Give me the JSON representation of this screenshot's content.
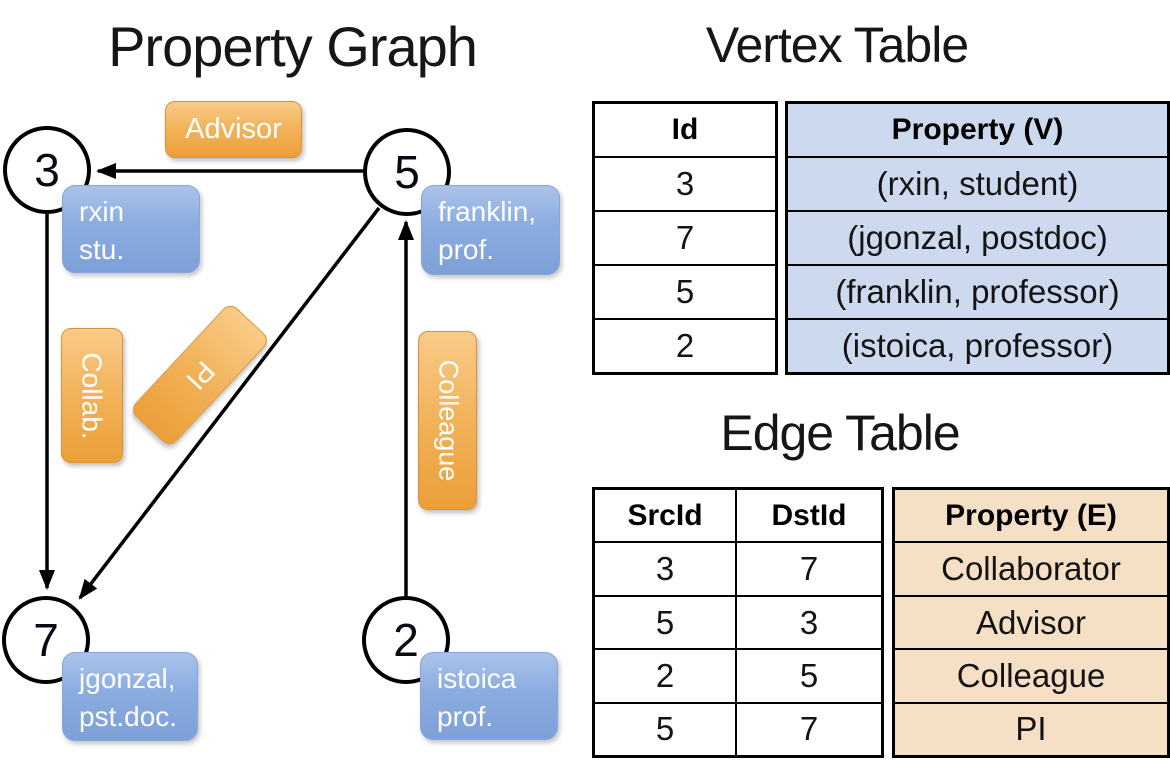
{
  "titles": {
    "graph": "Property Graph",
    "vertex_table": "Vertex Table",
    "edge_table": "Edge Table"
  },
  "graph": {
    "nodes": [
      {
        "id": "3",
        "line1": "rxin",
        "line2": "stu."
      },
      {
        "id": "5",
        "line1": "franklin,",
        "line2": "prof."
      },
      {
        "id": "7",
        "line1": "jgonzal,",
        "line2": "pst.doc."
      },
      {
        "id": "2",
        "line1": "istoica",
        "line2": "prof."
      }
    ],
    "edge_labels": {
      "advisor": "Advisor",
      "collab": "Collab.",
      "pi": "PI",
      "colleague": "Colleague"
    }
  },
  "vertex_table": {
    "headers": {
      "id": "Id",
      "property": "Property (V)"
    },
    "rows": [
      {
        "id": "3",
        "property": "(rxin, student)"
      },
      {
        "id": "7",
        "property": "(jgonzal, postdoc)"
      },
      {
        "id": "5",
        "property": "(franklin, professor)"
      },
      {
        "id": "2",
        "property": "(istoica, professor)"
      }
    ]
  },
  "edge_table": {
    "headers": {
      "src": "SrcId",
      "dst": "DstId",
      "property": "Property (E)"
    },
    "rows": [
      {
        "src": "3",
        "dst": "7",
        "property": "Collaborator"
      },
      {
        "src": "5",
        "dst": "3",
        "property": "Advisor"
      },
      {
        "src": "2",
        "dst": "5",
        "property": "Colleague"
      },
      {
        "src": "5",
        "dst": "7",
        "property": "PI"
      }
    ]
  },
  "colors": {
    "edge_label_orange": "#eca03c",
    "property_box_blue": "#7da0d8",
    "vertex_property_fill": "#cdd9ee",
    "edge_property_fill": "#f5e0c6",
    "line_black": "#000000"
  }
}
